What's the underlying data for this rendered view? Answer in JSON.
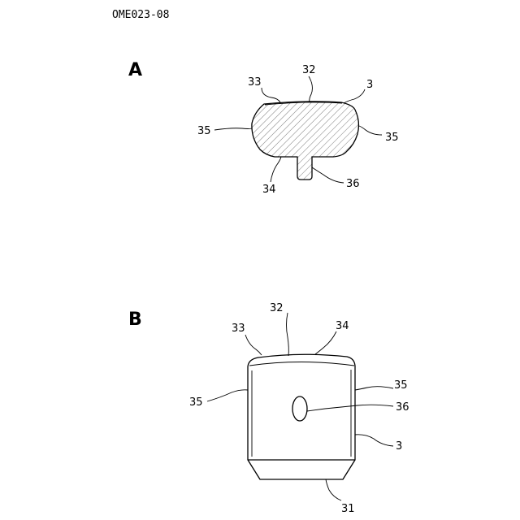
{
  "document_id": "OME023-08",
  "figure_a": {
    "label": "A",
    "refs": {
      "r33": "33",
      "r32": "32",
      "r3": "3",
      "r35_left": "35",
      "r35_right": "35",
      "r34": "34",
      "r36": "36"
    }
  },
  "figure_b": {
    "label": "B",
    "refs": {
      "r32": "32",
      "r33": "33",
      "r34": "34",
      "r35_left": "35",
      "r35_right": "35",
      "r36": "36",
      "r3": "3",
      "r31": "31"
    }
  }
}
